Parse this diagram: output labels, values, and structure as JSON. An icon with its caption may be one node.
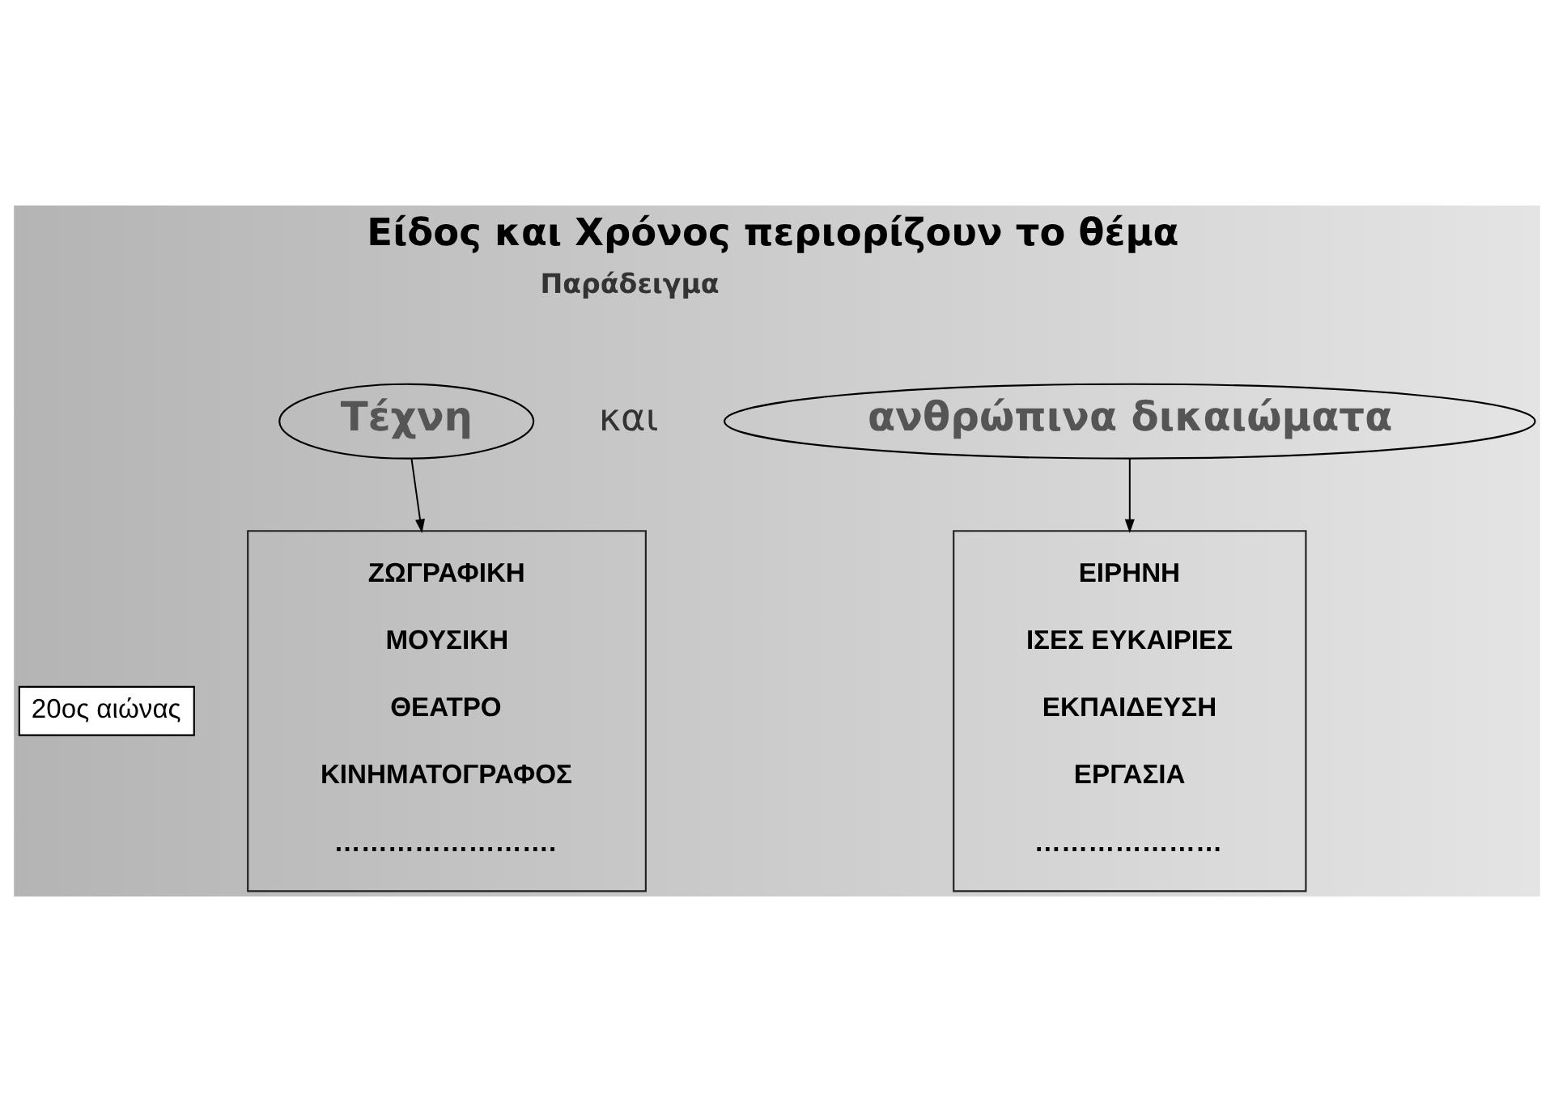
{
  "diagram": {
    "title": "Είδος και Χρόνος περιορίζουν το θέμα",
    "nodes": [
      {
        "text": [
          "Τέχνη"
        ]
      },
      {
        "text": [
          "ανθρώπινα δικαιώματα"
        ]
      },
      {
        "text": [
          "ΖΩΓΡΑΦΙΚΗ",
          "ΜΟΥΣΙΚΗ",
          "ΘΕΑΤΡΟ",
          "ΚΙΝΗΜΑΤΟΓΡΑΦΟΣ",
          "……………………."
        ]
      },
      {
        "text": [
          "ΕΙΡΗΝΗ",
          "ΙΣΕΣ ΕΥΚΑΙΡΙΕΣ",
          "ΕΚΠΑΙΔΕΥΣΗ",
          "ΕΡΓΑΣΙΑ",
          "…………………"
        ]
      },
      {
        "text": [
          "20ος αιώνας"
        ]
      }
    ],
    "edges": [
      {
        "from": 0,
        "to": 2,
        "arrow": "to"
      },
      {
        "from": 1,
        "to": 3,
        "arrow": "to"
      }
    ],
    "labels": [
      "Παράδειγμα",
      "και"
    ]
  }
}
